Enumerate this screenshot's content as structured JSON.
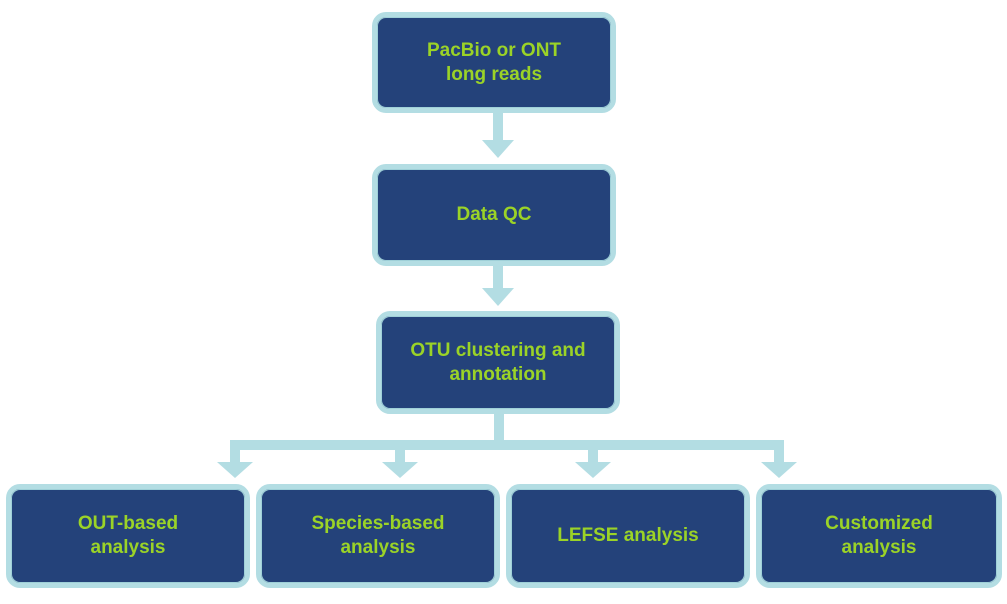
{
  "nodes": {
    "reads": {
      "line1": "PacBio or ONT",
      "line2": "long reads"
    },
    "qc": {
      "line1": "Data QC"
    },
    "otu": {
      "line1": "OTU clustering and",
      "line2": "annotation"
    },
    "out_based": {
      "line1": "OUT-based",
      "line2": "analysis"
    },
    "species_based": {
      "line1": "Species-based",
      "line2": "analysis"
    },
    "lefse": {
      "line1": "LEFSE analysis"
    },
    "customized": {
      "line1": "Customized",
      "line2": "analysis"
    }
  },
  "colors": {
    "box_fill": "#24427a",
    "box_border": "#b3dde3",
    "text": "#9bd327",
    "arrow": "#b3dde3"
  }
}
